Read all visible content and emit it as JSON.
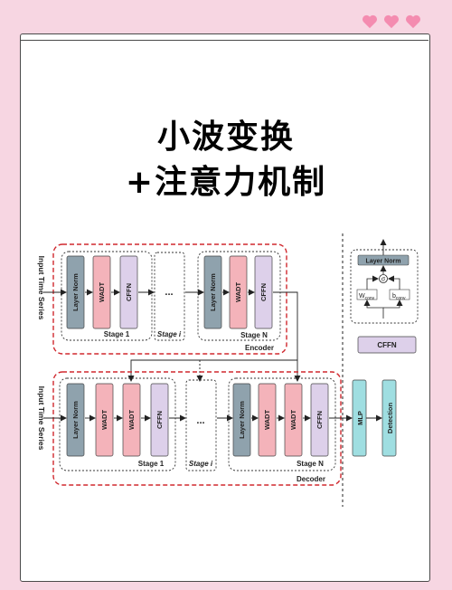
{
  "title": {
    "line1": "小波变换",
    "line2": "+注意力机制"
  },
  "diagram": {
    "input_label": "Input Time Series",
    "encoder": {
      "label": "Encoder",
      "stage1": {
        "blocks": [
          "Layer Norm",
          "WADT",
          "CFFN"
        ],
        "label": "Stage 1"
      },
      "stage_i": {
        "ellipsis": "...",
        "label": "Stage i"
      },
      "stageN": {
        "blocks": [
          "Layer Norm",
          "WADT",
          "CFFN"
        ],
        "label": "Stage N"
      }
    },
    "decoder": {
      "label": "Decoder",
      "stage1": {
        "blocks": [
          "Layer Norm",
          "WADT",
          "WADT",
          "CFFN"
        ],
        "label": "Stage 1"
      },
      "stage_i": {
        "ellipsis": "...",
        "label": "Stage i"
      },
      "stageN": {
        "blocks": [
          "Layer Norm",
          "WADT",
          "WADT",
          "CFFN"
        ],
        "label": "Stage N"
      }
    },
    "heads": {
      "mlp": "MLP",
      "detection": "Detection"
    },
    "cffn_detail": {
      "layer_norm": "Layer Norm",
      "sigma": "σ",
      "w_conv_main": "W",
      "w_conv_sub": "conv",
      "b_conv_main": "b",
      "b_conv_sub": "conv",
      "cffn": "CFFN"
    },
    "colors": {
      "layer_norm": "#8fa2ad",
      "wadt": "#f4b3ba",
      "cffn": "#ddd0ea",
      "mlp": "#9fdee1",
      "detection": "#9fdee1",
      "dashed_red": "#d0282e",
      "pink_bg": "#f7d6e2"
    }
  }
}
